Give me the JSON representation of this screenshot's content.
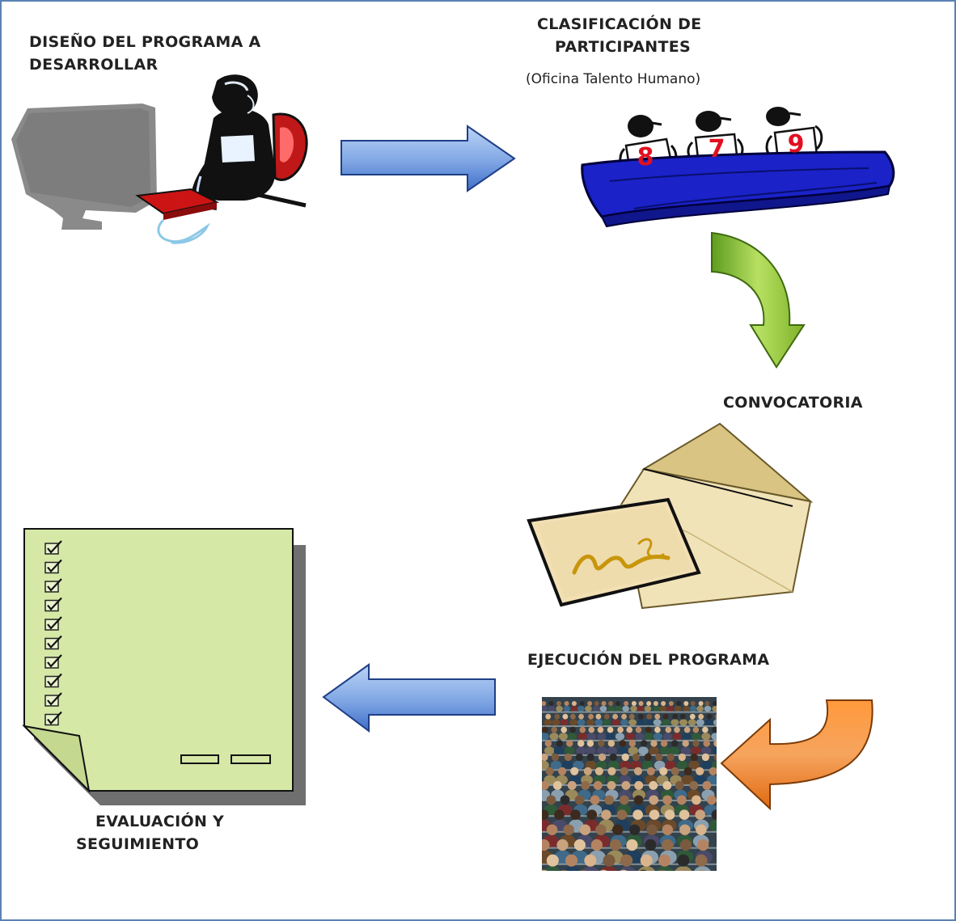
{
  "steps": {
    "design": {
      "line1": "DISEÑO DEL PROGRAMA A",
      "line2": "DESARROLLAR"
    },
    "classification": {
      "line1": "CLASIFICACIÓN DE",
      "line2": "PARTICIPANTES",
      "subtitle": "(Oficina Talento Humano)",
      "scores": [
        "8",
        "7",
        "9"
      ]
    },
    "call": {
      "title": "CONVOCATORIA"
    },
    "execution": {
      "title": "EJECUCIÓN DEL PROGRAMA"
    },
    "evaluation": {
      "line1": "EVALUACIÓN Y",
      "line2": "SEGUIMIENTO"
    }
  },
  "colors": {
    "frame": "#5a82b4",
    "blue_arrow": "#8fb3ea",
    "green_arrow": "#9ccc3c",
    "orange_arrow": "#f0822a",
    "judges_table": "#1a22c8",
    "score_red": "#e01020",
    "checklist_paper": "#d5e8a6",
    "envelope": "#d9c483"
  },
  "icons": [
    "computer-user-icon",
    "right-arrow-icon",
    "judges-panel-icon",
    "curved-down-arrow-icon",
    "envelope-letter-icon",
    "audience-photo",
    "curved-left-arrow-icon",
    "left-arrow-icon",
    "checklist-document-icon"
  ]
}
